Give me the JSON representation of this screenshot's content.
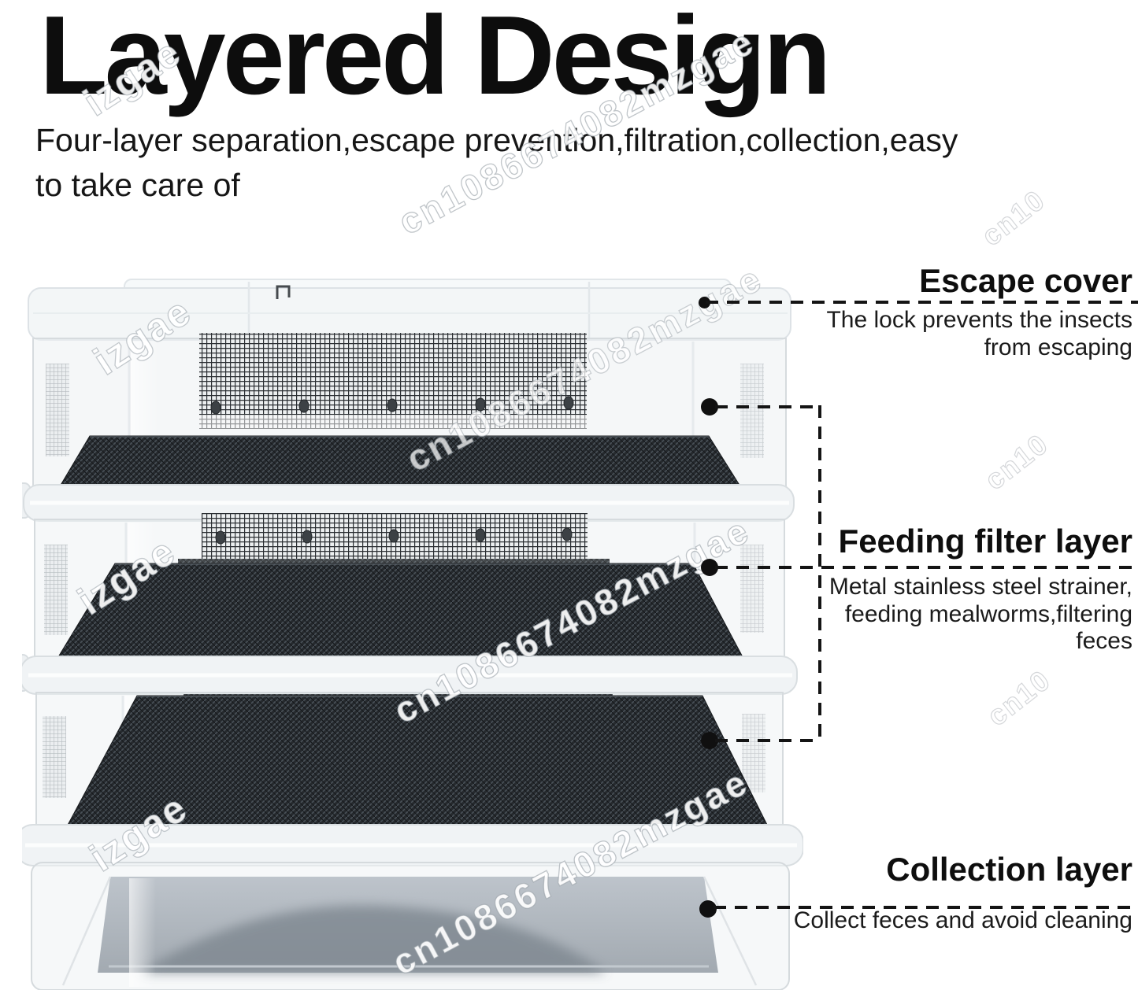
{
  "header": {
    "title": "Layered Design",
    "subtitle_line1": "Four-layer separation,escape prevention,filtration,collection,easy",
    "subtitle_line2": "to take care of"
  },
  "annotations": {
    "escape_cover": {
      "heading": "Escape cover",
      "description": "The lock prevents the insects from escaping"
    },
    "feeding_filter": {
      "heading": "Feeding filter layer",
      "description": "Metal stainless steel strainer, feeding mealworms,filtering feces"
    },
    "collection": {
      "heading": "Collection layer",
      "description": "Collect feces and avoid cleaning"
    }
  },
  "watermarks": {
    "seller_id": "cn1086674082mzgae",
    "store": "izgae",
    "partial": "cn10"
  },
  "colors": {
    "text": "#111111",
    "leader_line": "#141414",
    "mesh_dark": "#262a2e",
    "plastic_edge": "#d6dbde"
  }
}
